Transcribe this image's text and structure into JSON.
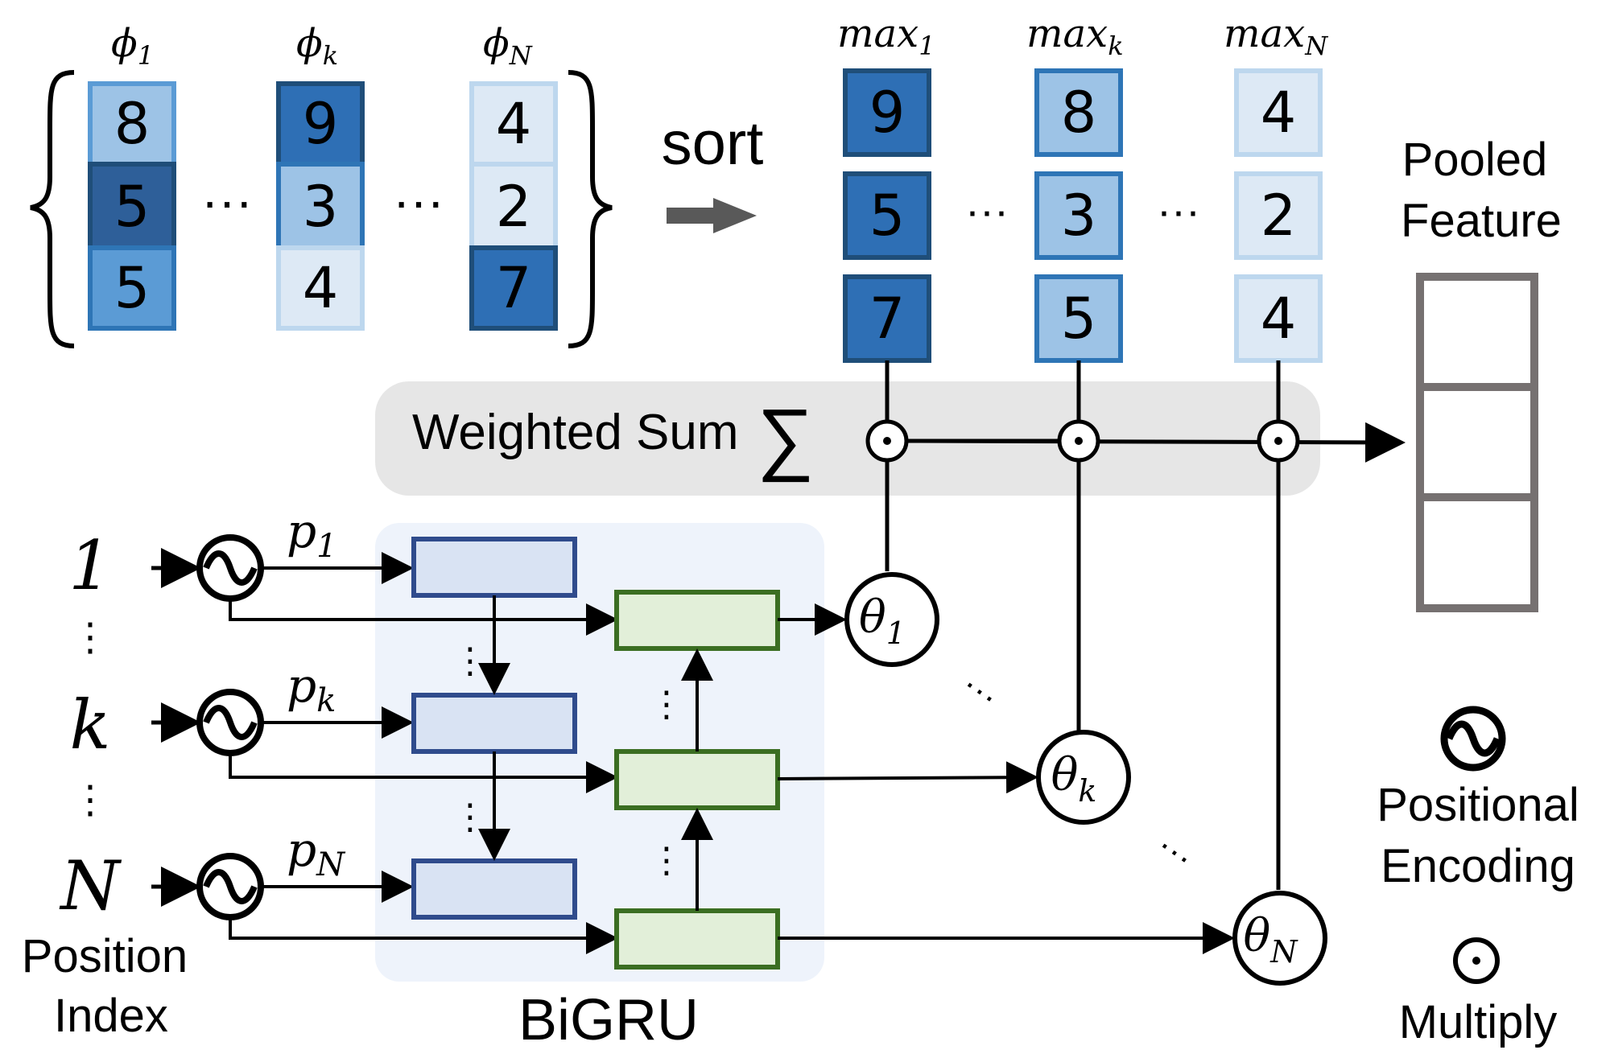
{
  "input_columns": [
    {
      "label": "ϕ",
      "sub": "1",
      "values": [
        "8",
        "5",
        "5"
      ],
      "shades": [
        "#9dc3e6",
        "#2e5f99",
        "#5b9bd5"
      ]
    },
    {
      "label": "ϕ",
      "sub": "k",
      "values": [
        "9",
        "3",
        "4"
      ],
      "shades": [
        "#2e6fb5",
        "#9dc3e6",
        "#dde9f5"
      ]
    },
    {
      "label": "ϕ",
      "sub": "N",
      "values": [
        "4",
        "2",
        "7"
      ],
      "shades": [
        "#dde9f5",
        "#dde9f5",
        "#2e6fb5"
      ]
    }
  ],
  "sort_label": "sort",
  "sorted_columns": [
    {
      "label": "max",
      "sub": "1",
      "values": [
        "9",
        "5",
        "7"
      ],
      "shade": "#2e6fb5"
    },
    {
      "label": "max",
      "sub": "k",
      "values": [
        "8",
        "3",
        "5"
      ],
      "shade": "#9dc3e6"
    },
    {
      "label": "max",
      "sub": "N",
      "values": [
        "4",
        "2",
        "4"
      ],
      "shade": "#dde9f5"
    }
  ],
  "ellipsis": "···",
  "pooled_feature": "Pooled Feature",
  "weighted_sum": "Weighted Sum",
  "sigma": "∑",
  "positions": [
    {
      "index": "1",
      "p_label": "p",
      "p_sub": "1",
      "theta_sub": "1"
    },
    {
      "index": "k",
      "p_label": "p",
      "p_sub": "k",
      "theta_sub": "k"
    },
    {
      "index": "N",
      "p_label": "p",
      "p_sub": "N",
      "theta_sub": "N"
    }
  ],
  "theta_symbol": "θ",
  "position_index_label": "Position Index",
  "bigru_label": "BiGRU",
  "legend": {
    "positional_encoding": "Positional Encoding",
    "multiply": "Multiply"
  },
  "colors": {
    "forward_gru_fill": "#d9e3f3",
    "forward_gru_stroke": "#2f4b8c",
    "backward_gru_fill": "#e2efd9",
    "backward_gru_stroke": "#3b6e22",
    "bigru_bg": "#eef3fb",
    "weighted_sum_bg": "#e6e6e6",
    "pooled_stroke": "#767171"
  }
}
